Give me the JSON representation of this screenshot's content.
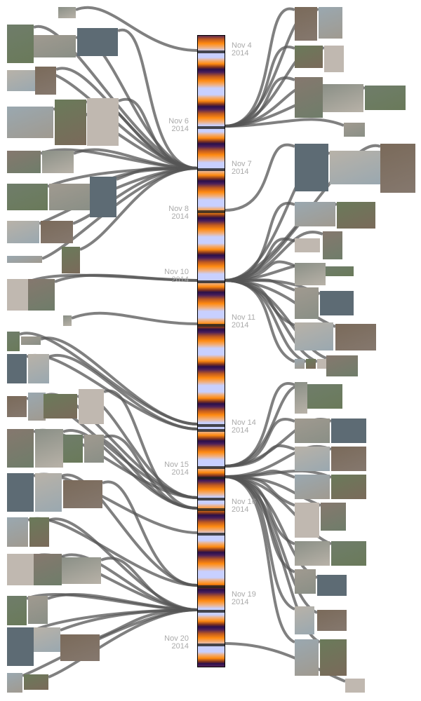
{
  "timeline": {
    "date_labels_left": [
      {
        "day": "Nov  6",
        "year": "2014"
      },
      {
        "day": "Nov  8",
        "year": "2014"
      },
      {
        "day": "Nov 10",
        "year": "2014"
      },
      {
        "day": "Nov 15",
        "year": "2014"
      },
      {
        "day": "Nov 20",
        "year": "2014"
      }
    ],
    "date_labels_right": [
      {
        "day": "Nov  4",
        "year": "2014"
      },
      {
        "day": "Nov  7",
        "year": "2014"
      },
      {
        "day": "Nov 11",
        "year": "2014"
      },
      {
        "day": "Nov 14",
        "year": "2014"
      },
      {
        "day": "Nov 16",
        "year": "2014"
      },
      {
        "day": "Nov 19",
        "year": "2014"
      }
    ]
  },
  "colors": {
    "link": "#555555",
    "label": "#aaaaaa"
  }
}
